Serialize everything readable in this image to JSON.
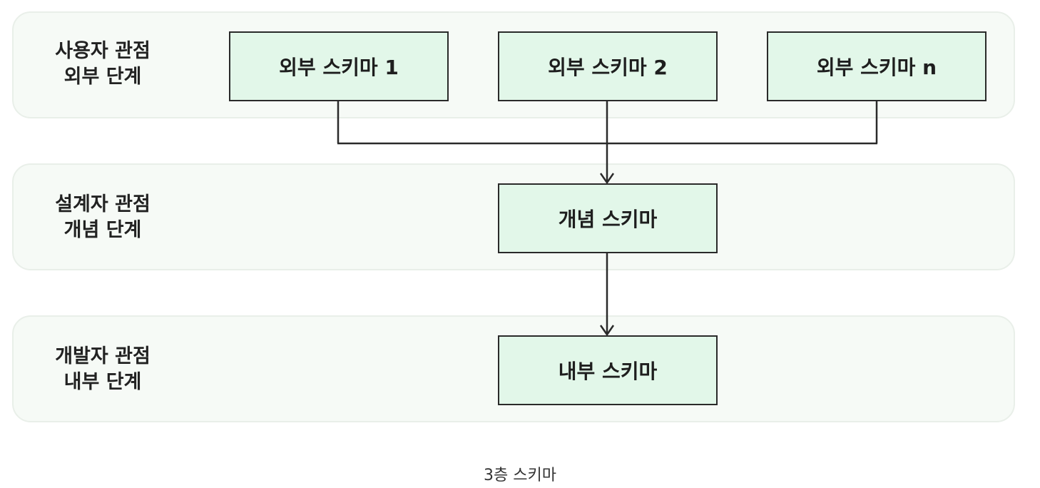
{
  "layers": [
    {
      "label_line1": "사용자 관점",
      "label_line2": "외부 단계"
    },
    {
      "label_line1": "설계자 관점",
      "label_line2": "개념 단계"
    },
    {
      "label_line1": "개발자 관점",
      "label_line2": "내부 단계"
    }
  ],
  "external_schemas": [
    "외부 스키마 1",
    "외부 스키마 2",
    "외부 스키마 n"
  ],
  "conceptual_schema": "개념 스키마",
  "internal_schema": "내부 스키마",
  "caption": "3층 스키마",
  "colors": {
    "layer_bg": "#f6faf6",
    "box_fill": "#e2f7e9",
    "line": "#2a2a2a"
  }
}
